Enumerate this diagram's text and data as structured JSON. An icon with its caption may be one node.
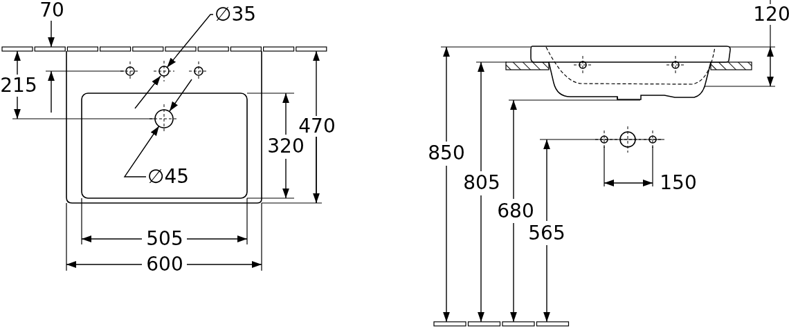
{
  "diagram": {
    "nodes": [
      {
        "text": [
          "∅35"
        ]
      },
      {
        "text": [],
        "shape": "circle"
      },
      {
        "text": [
          "∅45"
        ]
      },
      {
        "text": [],
        "shape": "circle"
      }
    ],
    "edges": [
      {
        "from": 0,
        "to": 1,
        "arrow": "to"
      },
      {
        "from": 2,
        "to": 3,
        "arrow": "to"
      }
    ],
    "labels": [
      "70",
      "120",
      "215",
      "470",
      "850",
      "320",
      "805",
      "150",
      "680",
      "565",
      "505",
      "600"
    ]
  }
}
